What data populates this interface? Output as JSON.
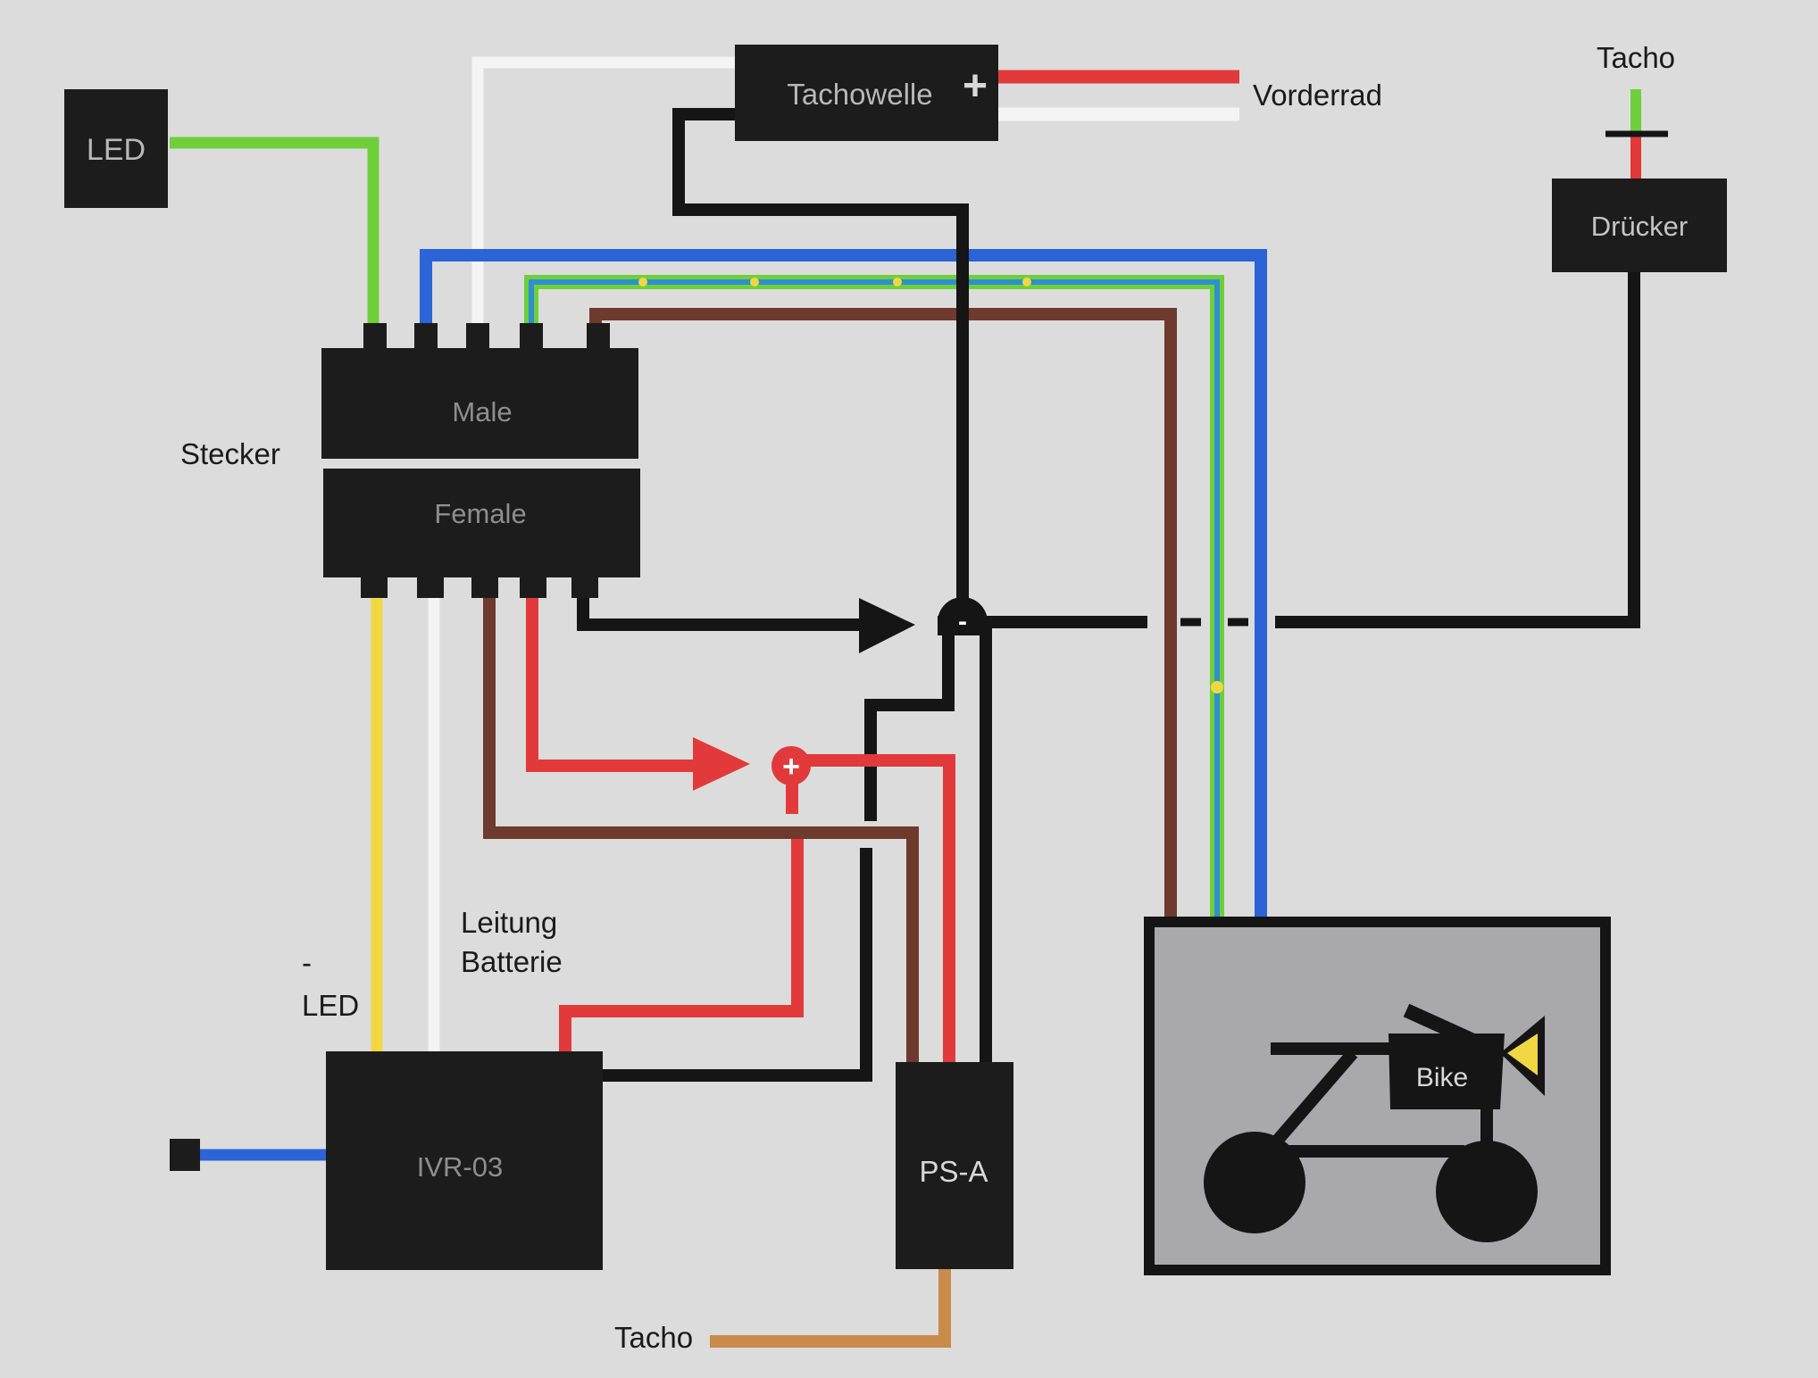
{
  "colors": {
    "background": "#dcdcdc",
    "box": "#1c1c1c",
    "box_text": "#b8b8b8",
    "label_text": "#1a1a1a",
    "red": "#e23a3a",
    "green": "#6fcf3a",
    "blue": "#2a64d6",
    "white_wire": "#f4f4f4",
    "brown": "#6e3a2e",
    "yellow": "#f1d843",
    "orange_brown": "#c98a4a",
    "black": "#151515",
    "bike_panel": "#a9a8ad"
  },
  "components": {
    "led_box": "LED",
    "tachowelle": "Tachowelle",
    "tachowelle_plus": "+",
    "druecker": "Drücker",
    "connector_male": "Male",
    "connector_female": "Female",
    "ivr": "IVR-03",
    "psa": "PS-A",
    "bike": "Bike"
  },
  "labels": {
    "vorderrad": "Vorderrad",
    "tacho_top": "Tacho",
    "stecker": "Stecker",
    "leitung": "Leitung",
    "batterie": "Batterie",
    "led_minus": "-",
    "led_label": "LED",
    "tacho_bottom": "Tacho",
    "minus_node": "-",
    "plus_node": "+"
  }
}
